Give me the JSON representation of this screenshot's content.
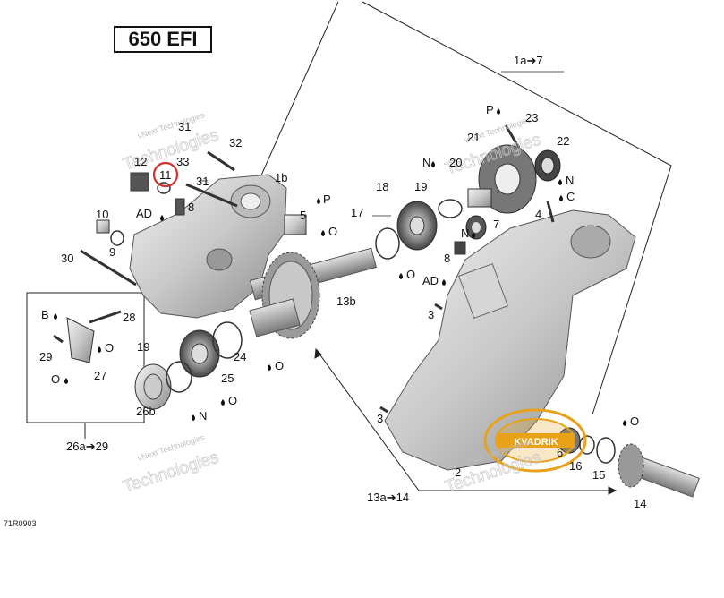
{
  "title": "650 EFI",
  "drawing_code": "71R0903",
  "watermark": {
    "line1": "vNext Technologies",
    "line2": "Technologies"
  },
  "logo_text": "KVADRIK",
  "highlight_color": "#d0312d",
  "logo_color": "#e8a21a",
  "labels": {
    "l1a7": "1a➔7",
    "l31a": "31",
    "l32": "32",
    "l12": "12",
    "l11": "11",
    "l33": "33",
    "l31b": "31",
    "l1b": "1b",
    "lP1": "P",
    "l8a": "8",
    "lAD1": "AD",
    "l10": "10",
    "l9": "9",
    "l5": "5",
    "lO5": "O",
    "l30": "30",
    "lB": "B",
    "l28": "28",
    "lO28": "O",
    "l29": "29",
    "lO27": "O",
    "l27": "27",
    "l19a": "19",
    "l26b": "26b",
    "lN26": "N",
    "l24": "24",
    "l25": "25",
    "lO25": "O",
    "lO24": "O",
    "l13b": "13b",
    "l26a29": "26a➔29",
    "l13a14": "13a➔14",
    "l18": "18",
    "l19b": "19",
    "l17": "17",
    "lO18": "O",
    "lN20": "N",
    "l20": "20",
    "lP23": "P",
    "l23": "23",
    "l21": "21",
    "l22": "22",
    "lN22": "N",
    "lC": "C",
    "l4": "4",
    "lN7": "N",
    "l7": "7",
    "l8b": "8",
    "lAD2": "AD",
    "l3a": "3",
    "l3b": "3",
    "l2": "2",
    "l6": "6",
    "l16": "16",
    "l15": "15",
    "lO15": "O",
    "l14": "14"
  }
}
